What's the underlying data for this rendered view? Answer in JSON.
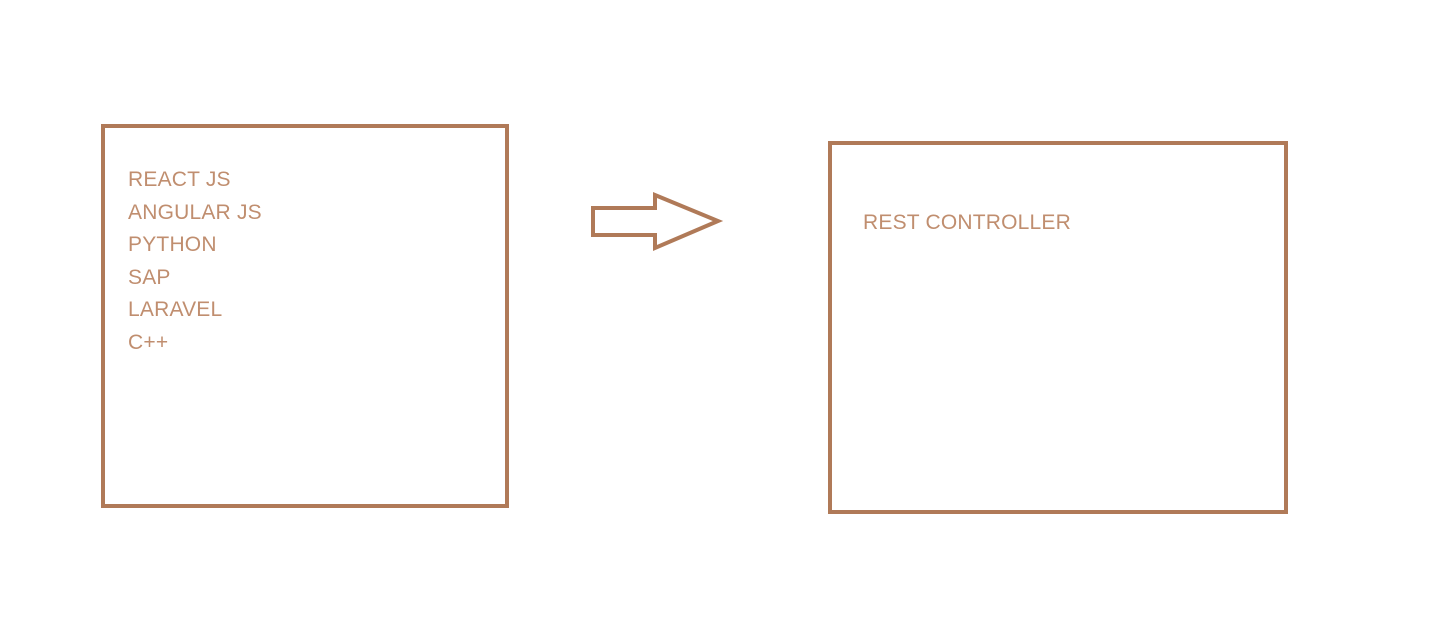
{
  "left_box": {
    "items": [
      {
        "label": "REACT JS"
      },
      {
        "label": "ANGULAR JS"
      },
      {
        "label": "PYTHON"
      },
      {
        "label": "SAP"
      },
      {
        "label": "LARAVEL"
      },
      {
        "label": "C++"
      }
    ]
  },
  "right_box": {
    "label": "REST CONTROLLER"
  },
  "colors": {
    "stroke": "#b07a58",
    "text": "#c08e6f",
    "background": "#ffffff"
  },
  "icons": {
    "arrow": "right-arrow-icon"
  }
}
